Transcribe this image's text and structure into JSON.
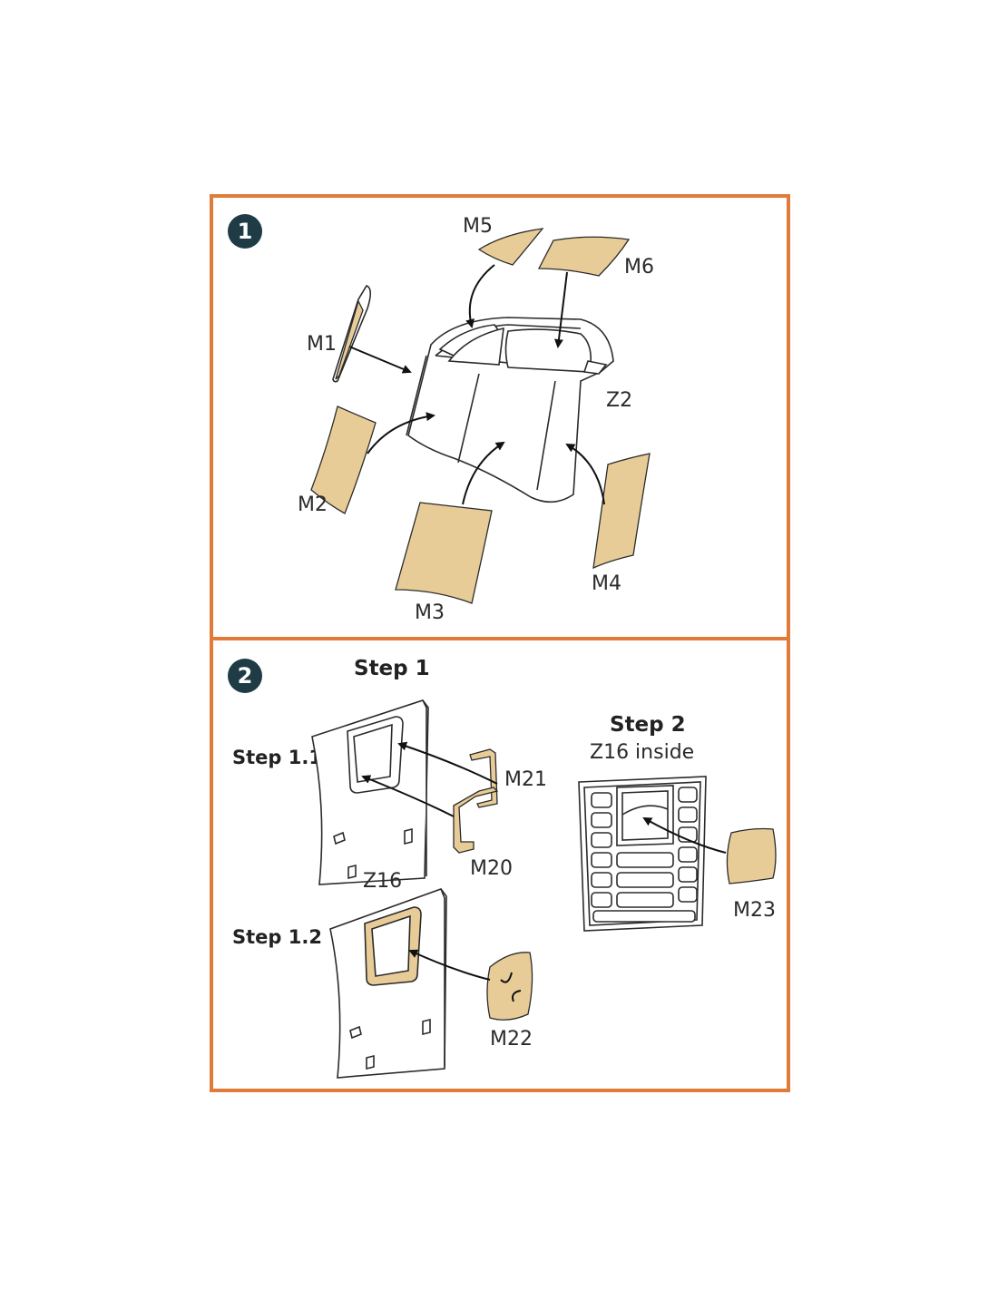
{
  "colors": {
    "frame": "#E07B39",
    "badge": "#1f3b45",
    "mask": "#E8CC98"
  },
  "panel1": {
    "badge": "1",
    "labels": {
      "m1": "M1",
      "m2": "M2",
      "m3": "M3",
      "m4": "M4",
      "m5": "M5",
      "m6": "M6",
      "z2": "Z2"
    }
  },
  "panel2": {
    "badge": "2",
    "step1": "Step 1",
    "step1_1": "Step 1.1",
    "step1_2": "Step 1.2",
    "step2": "Step 2",
    "step2_sub": "Z16 inside",
    "labels": {
      "m20": "M20",
      "m21": "M21",
      "m22": "M22",
      "m23": "M23",
      "z16": "Z16"
    }
  }
}
